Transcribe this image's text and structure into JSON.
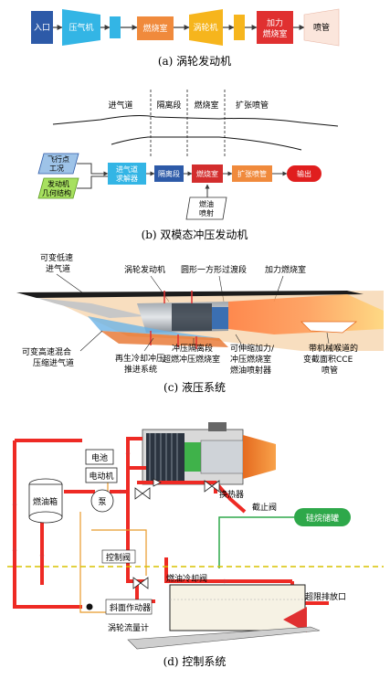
{
  "panel_a": {
    "blocks": [
      "入口",
      "压气机",
      "燃烧室",
      "涡轮机",
      "加力燃烧室",
      "喷管"
    ],
    "caption": "(a) 涡轮发动机"
  },
  "panel_b": {
    "regions": [
      "进气道",
      "隔离段",
      "燃烧室",
      "扩张喷管"
    ],
    "inputs": [
      "飞行点工况",
      "发动机几何结构"
    ],
    "blocks": [
      "进气道求解器",
      "隔离段",
      "燃烧室",
      "扩张喷管",
      "输出"
    ],
    "fuel_input": "燃油喷射",
    "caption": "(b) 双模态冲压发动机"
  },
  "panel_c": {
    "labels": {
      "low_speed_inlet": "可变低速进气道",
      "turbine_engine": "涡轮发动机",
      "transition": "圆形一方形过渡段",
      "afterburner": "加力燃烧室",
      "high_speed_inlet": "可变高速混合压缩进气道",
      "regen_ramjet": "再生冷却冲压推进系统",
      "scramjet_isolator": "冲压隔离段超燃冲压燃烧室",
      "extendable_combustor": "可伸缩加力/冲压燃烧室燃油喷射器",
      "cce_nozzle": "带机械喉道的变截面积CCE喷管"
    },
    "caption": "(c) 液压系统"
  },
  "panel_d": {
    "labels": {
      "battery": "电池",
      "motor": "电动机",
      "fuel_tank": "燃油箱",
      "pump": "泵",
      "control_valve": "控制阀",
      "heat_exchanger": "换热器",
      "shutoff_valve": "截止阀",
      "silane_tank": "硅烷储罐",
      "fuel_cooling_valve": "燃油冷却阀",
      "dump_port": "超限排放口",
      "ramp_actuator": "斜面作动器",
      "turbine_flowmeter": "涡轮流量计"
    },
    "caption": "(d) 控制系统"
  },
  "colors": {
    "dark_blue": "#2d5aa8",
    "cyan": "#33b5e5",
    "orange": "#f08a3c",
    "amber": "#f6b51d",
    "red": "#e03030",
    "red_line": "#ee2a24",
    "green_line": "#2ea84a",
    "yellow_dash": "#d9c200",
    "orange_line": "#e89a2a"
  },
  "icons": [
    "arrow-right-icon",
    "valve-icon",
    "pump-icon",
    "tank-icon",
    "turbofan-icon",
    "scramjet-icon"
  ]
}
